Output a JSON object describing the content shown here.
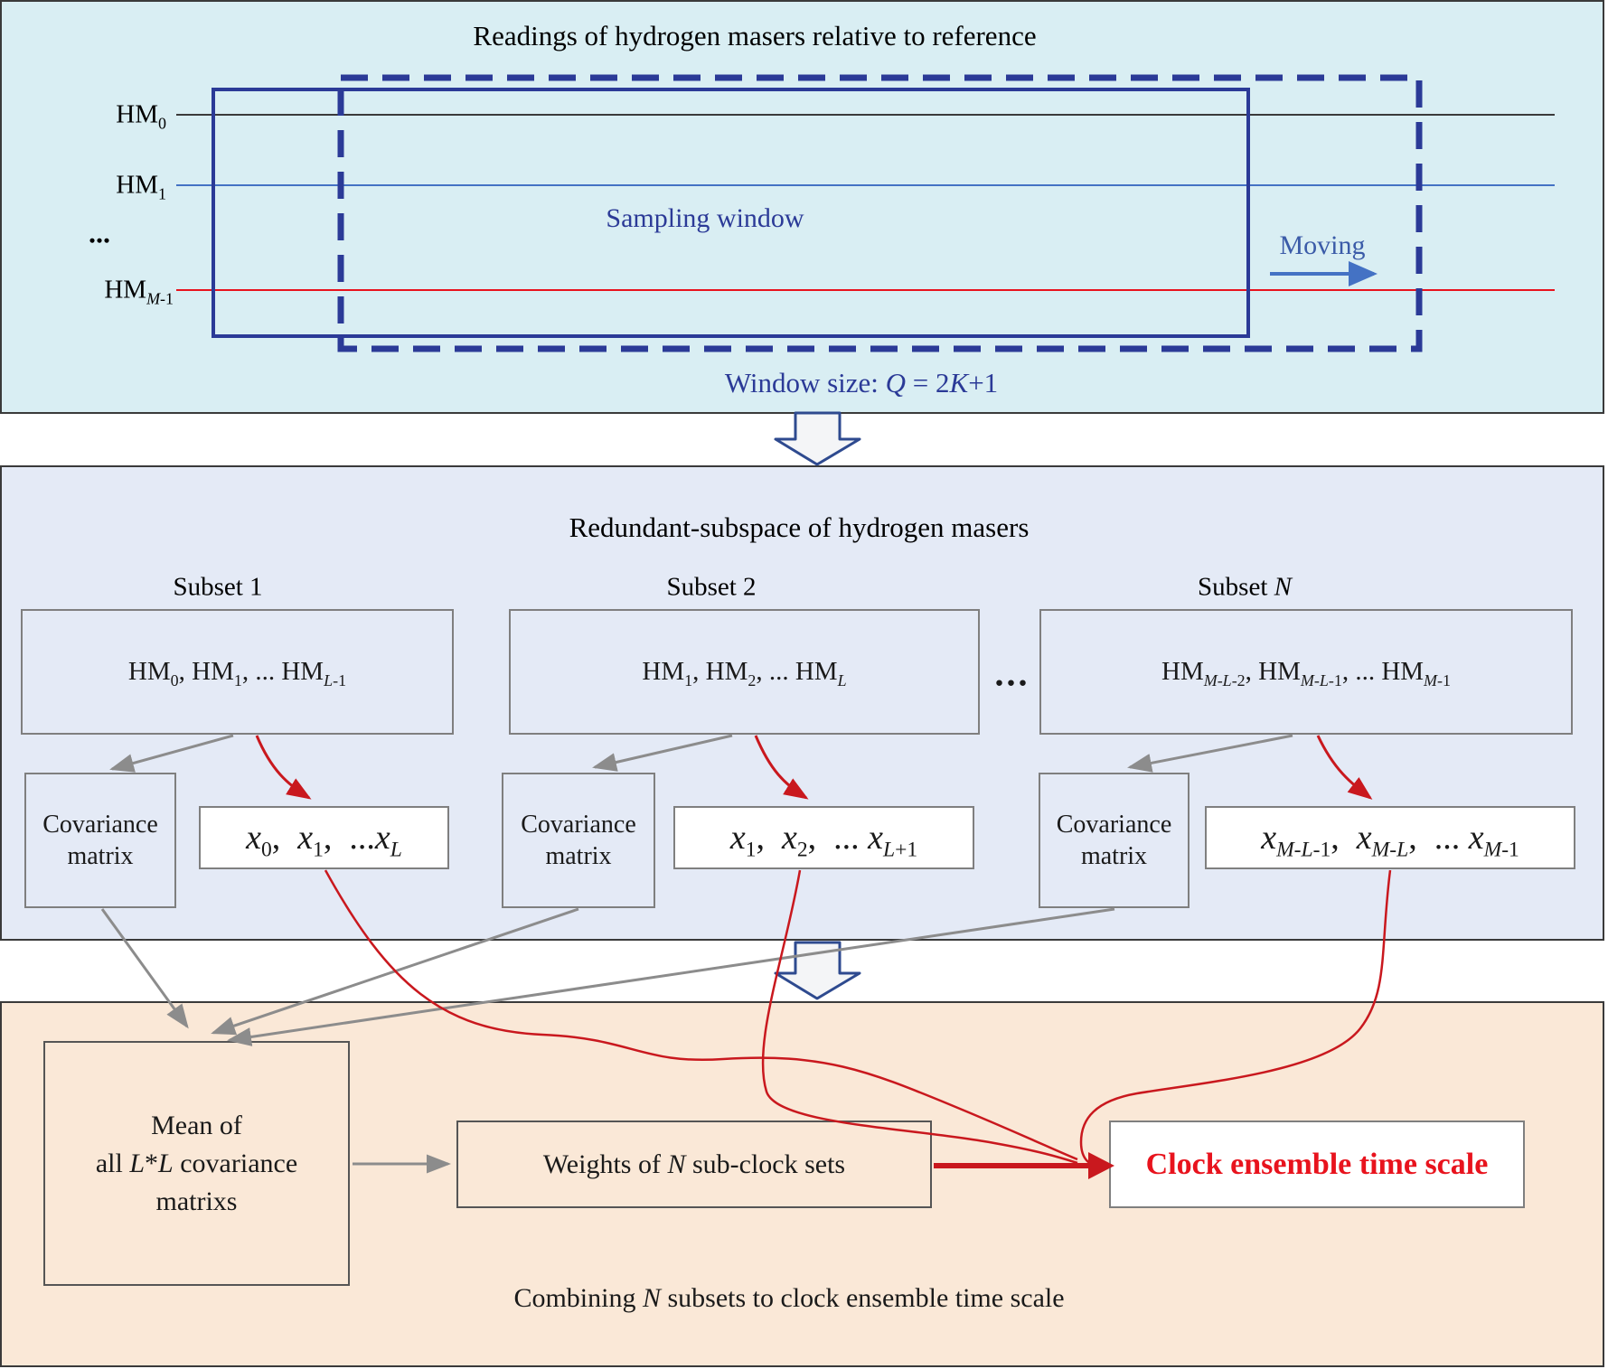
{
  "colors": {
    "accent_blue": "#2b3a97",
    "line_blue": "#4472c4",
    "arrow_red": "#c9181e",
    "clock_red": "#e8131d",
    "arrow_gray": "#8c8c8c",
    "top_section_bg": "#d9eef3",
    "middle_section_bg": "#e4eaf6",
    "bottom_section_bg": "#fae8d7"
  },
  "top": {
    "title": "Readings of hydrogen masers relative to reference",
    "hm_labels": {
      "hm0": "HM<sub>0</sub>",
      "hm1": "HM<sub>1</sub>",
      "dots": "...",
      "hmM1": "HM<sub><i>M</i>-1</sub>"
    },
    "sampling_window": "Sampling window",
    "moving": "Moving",
    "window_size": "Window size: <i>Q</i> = 2<i>K</i>+1"
  },
  "middle": {
    "title": "Redundant-subspace of hydrogen masers",
    "subset1_label": "Subset 1",
    "subset2_label": "Subset 2",
    "subsetN_label": "Subset <i>N</i>",
    "subset1_content": "HM<sub>0</sub>, HM<sub>1</sub>, ... HM<sub><i>L</i>-1</sub>",
    "subset2_content": "HM<sub>1</sub>, HM<sub>2</sub>, ... HM<sub><i>L</i></sub>",
    "subsetN_content": "HM<sub><i>M-L</i>-2</sub>, HM<sub><i>M-L</i>-1</sub>, ... HM<sub><i>M</i>-1</sub>",
    "ellipsis": "...",
    "covariance_label": "Covariance<br>matrix",
    "x_set1": "<i>x</i><sub>0</sub>,&nbsp; <i>x</i><sub>1</sub>,&nbsp; ...<i>x</i><sub><i>L</i></sub>",
    "x_set2": "<i>x</i><sub>1</sub>,&nbsp; <i>x</i><sub>2</sub>,&nbsp; ... <i>x</i><sub><i>L</i>+1</sub>",
    "x_setN": "<i>x</i><sub><i>M-L</i>-1</sub>,&nbsp; <i>x</i><sub><i>M-L</i></sub>,&nbsp; ...&nbsp;<i>x</i><sub><i>M</i>-1</sub>"
  },
  "bottom": {
    "mean_box": "Mean of<br>all <i>L</i>*<i>L</i> covariance<br>matrixs",
    "weights_box": "Weights of <i>N</i> sub-clock sets",
    "clock_box": "Clock ensemble time scale",
    "caption": "Combining <i>N</i> subsets to clock ensemble time scale"
  }
}
